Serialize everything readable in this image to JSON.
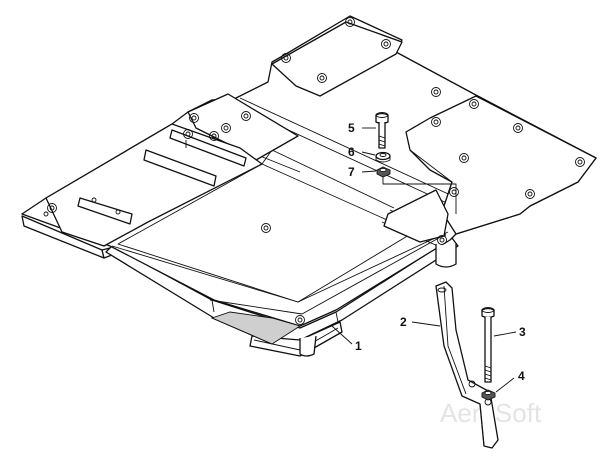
{
  "callouts": [
    {
      "id": "1",
      "text": "1"
    },
    {
      "id": "2",
      "text": "2"
    },
    {
      "id": "3",
      "text": "3"
    },
    {
      "id": "4",
      "text": "4"
    },
    {
      "id": "5",
      "text": "5"
    },
    {
      "id": "6",
      "text": "6"
    },
    {
      "id": "7",
      "text": "7"
    }
  ],
  "watermark": "AeroSoft",
  "colors": {
    "line": "#111111",
    "shade": "#cfcfcf",
    "background": "#ffffff",
    "watermark": "#e4e4e4"
  }
}
